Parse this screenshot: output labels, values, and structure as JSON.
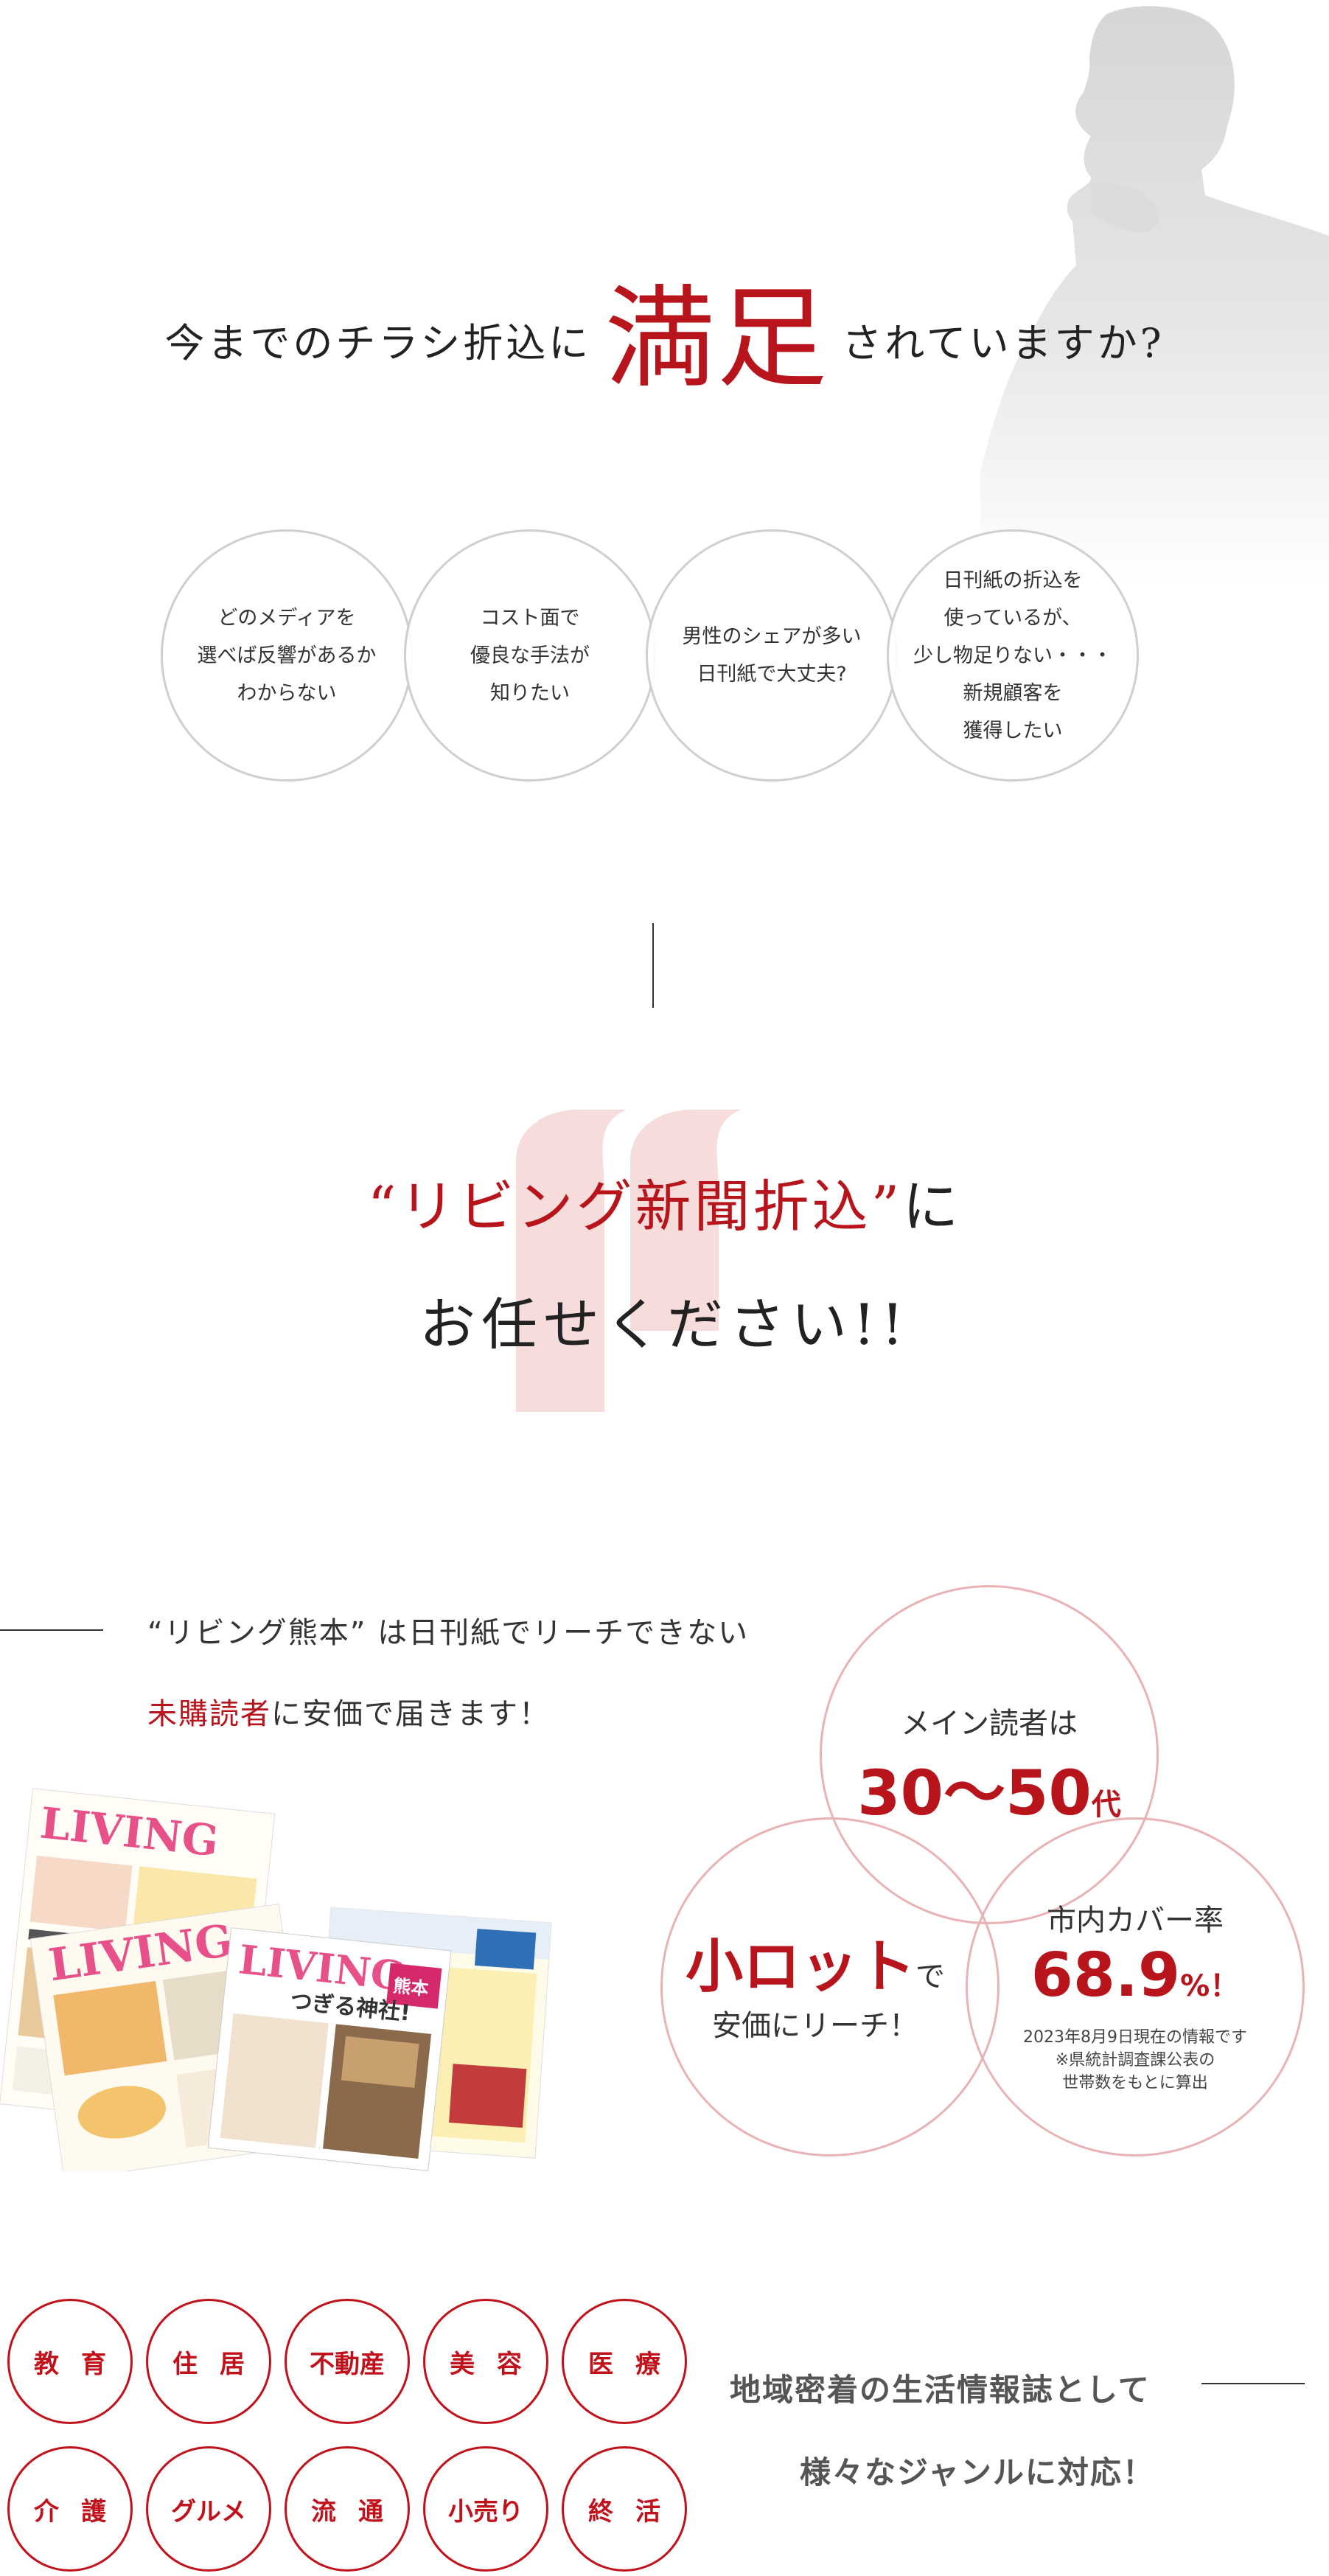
{
  "question": {
    "prefix": "今までのチラシ折込に",
    "emphasis": "満足",
    "suffix": "されていますか?"
  },
  "worries": [
    "どのメディアを\n選べば反響があるか\nわからない",
    "コスト面で\n優良な手法が\n知りたい",
    "男性のシェアが多い\n日刊紙で大丈夫?",
    "日刊紙の折込を\n使っているが、\n少し物足りない・・・\n新規顧客を\n獲得したい"
  ],
  "leave": {
    "highlight": "“リビング新聞折込”",
    "rest": "に",
    "line2": "お任せください!!"
  },
  "reach": {
    "line1": "“リビング熊本” は日刊紙でリーチできない",
    "line2_highlight": "未購読者",
    "line2_rest": "に安価で届きます！"
  },
  "magazine": {
    "brand": "LIVING",
    "edition": "熊本",
    "headline": "つぎる神社!"
  },
  "venn": {
    "main_reader": {
      "label": "メイン読者は",
      "value": "30〜50",
      "unit": "代"
    },
    "small_lot": {
      "big": "小ロット",
      "suffix": "で",
      "line2": "安価にリーチ！"
    },
    "coverage": {
      "label": "市内カバー率",
      "value": "68.9",
      "unit": "%！",
      "note1": "2023年8月9日現在の情報です",
      "note2": "※県統計調査課公表の",
      "note3": "世帯数をもとに算出"
    }
  },
  "genres": [
    {
      "id": "education",
      "chars": [
        "教",
        "育"
      ]
    },
    {
      "id": "housing",
      "chars": [
        "住",
        "居"
      ]
    },
    {
      "id": "real-estate",
      "chars": [
        "不動産"
      ]
    },
    {
      "id": "beauty",
      "chars": [
        "美",
        "容"
      ]
    },
    {
      "id": "medical",
      "chars": [
        "医",
        "療"
      ]
    },
    {
      "id": "care",
      "chars": [
        "介",
        "護"
      ]
    },
    {
      "id": "gourmet",
      "chars": [
        "グルメ"
      ]
    },
    {
      "id": "distribution",
      "chars": [
        "流",
        "通"
      ]
    },
    {
      "id": "retail",
      "chars": [
        "小売り"
      ]
    },
    {
      "id": "end-of-life",
      "chars": [
        "終",
        "活"
      ]
    }
  ],
  "area": {
    "line1": "地域密着の生活情報誌として",
    "line2": "様々なジャンルに対応！"
  },
  "colors": {
    "accent": "#b8141b",
    "genre_red": "#c1121b",
    "venn_pink": "#e9b3b5",
    "circle_gray": "#cfcfcf"
  }
}
